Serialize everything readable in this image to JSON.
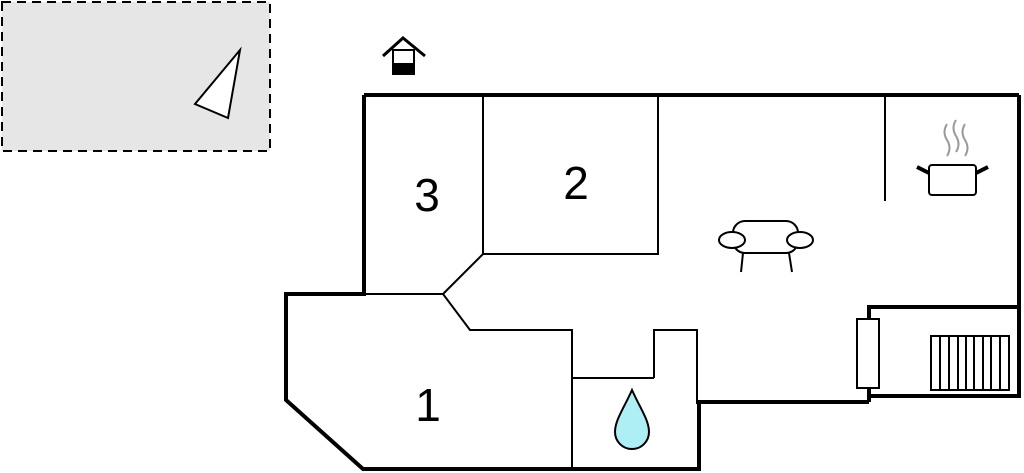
{
  "rooms": [
    {
      "id": "room-1",
      "label": "1"
    },
    {
      "id": "room-2",
      "label": "2"
    },
    {
      "id": "room-3",
      "label": "3"
    }
  ],
  "icons": {
    "terrace": "terrace-area",
    "entrance": "entrance-house-icon",
    "sofa": "sofa-icon",
    "kitchen": "cooking-pot-icon",
    "bathroom": "water-drop-icon",
    "radiator": "radiator-icon",
    "stove": "stove-icon"
  },
  "colors": {
    "wall": "#000000",
    "terrace_fill": "#e6e6e6",
    "water_drop": "#aeeef5",
    "steam": "#999999"
  }
}
